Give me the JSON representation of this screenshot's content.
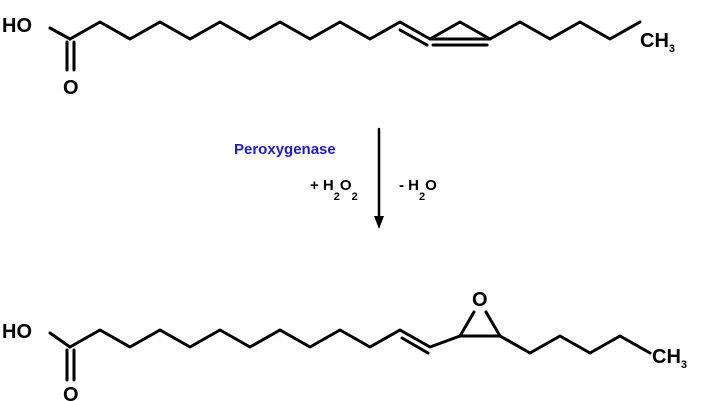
{
  "substrate": {
    "hydroxyl_label": "HO",
    "carbonyl_oxygen_label": "O",
    "methyl_label": "CH",
    "methyl_subscript": "3"
  },
  "reaction": {
    "enzyme": "Peroxygenase",
    "enzyme_color": "#1c1cd6",
    "plus_reagent_prefix": "+ H",
    "plus_reagent_sub1": "2",
    "plus_reagent_mid": "O",
    "plus_reagent_sub2": "2",
    "minus_reagent_prefix": "- H",
    "minus_reagent_sub": "2",
    "minus_reagent_suffix": "O"
  },
  "product": {
    "hydroxyl_label": "HO",
    "carbonyl_oxygen_label": "O",
    "epoxide_oxygen_label": "O",
    "methyl_label": "CH",
    "methyl_subscript": "3"
  }
}
